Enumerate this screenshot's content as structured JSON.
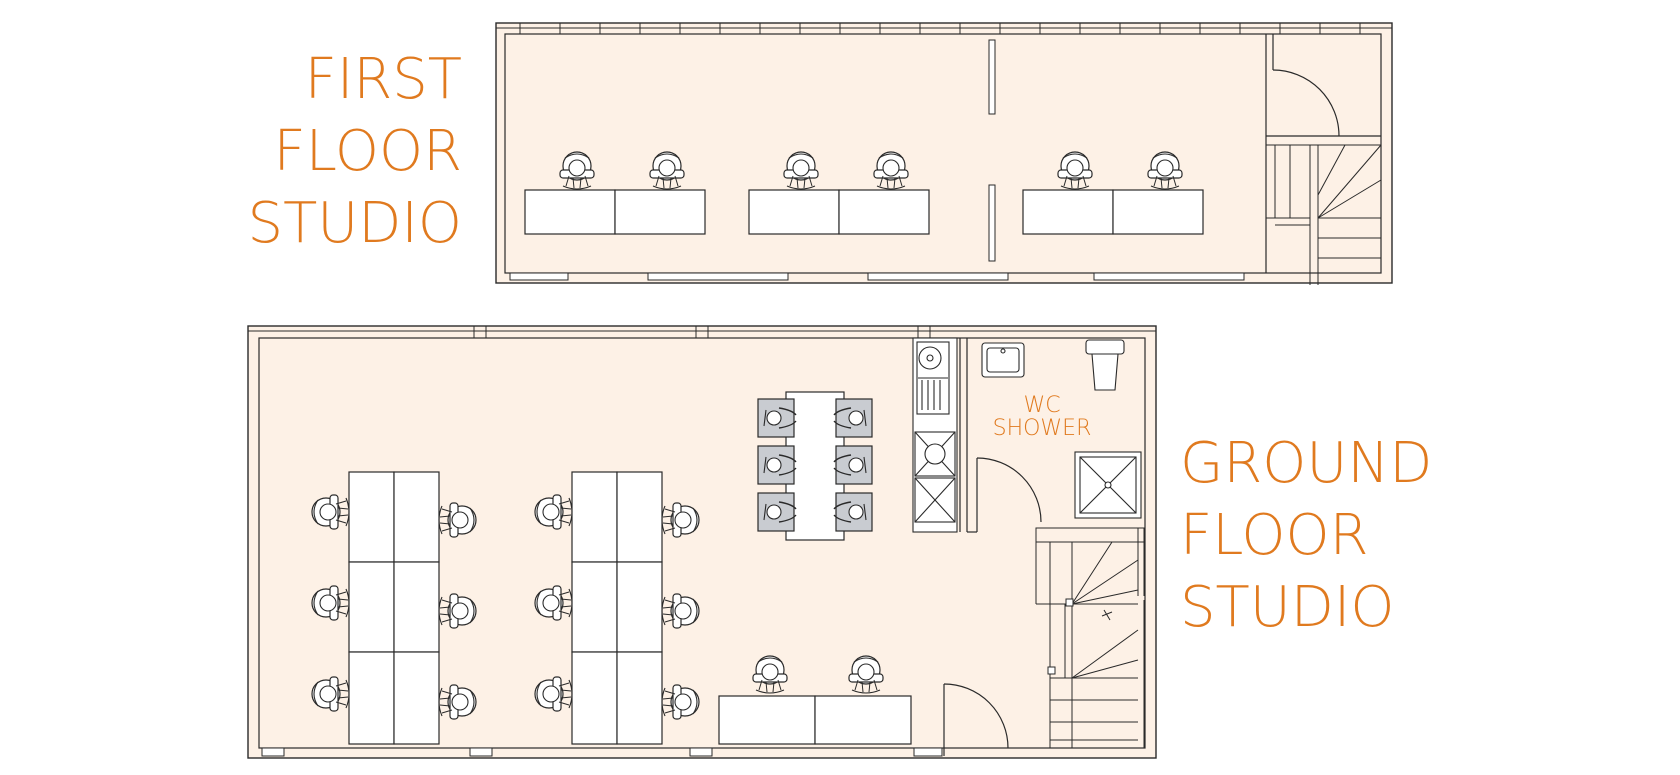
{
  "labels": {
    "first_floor": [
      "FIRST",
      "FLOOR",
      "STUDIO"
    ],
    "ground_floor": [
      "GROUND",
      "FLOOR",
      "STUDIO"
    ],
    "wc": [
      "WC",
      "SHOWER"
    ]
  },
  "colors": {
    "accent": "#E07A1F",
    "floor_fill": "#FDF1E6",
    "line": "#2a2a2a",
    "chair_tile": "#c9ccd1",
    "white": "#ffffff"
  }
}
